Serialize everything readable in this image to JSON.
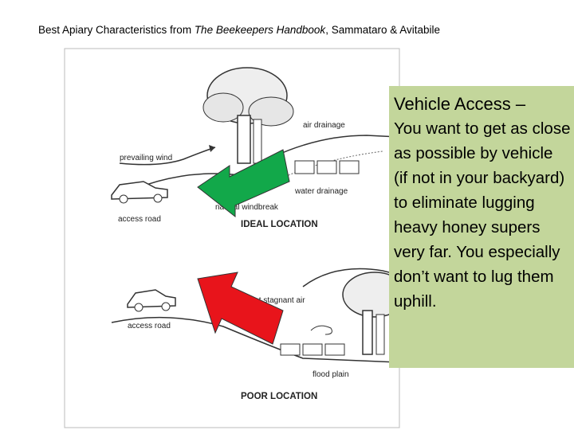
{
  "title": {
    "prefix": "Best  Apiary Characteristics from ",
    "book": "The Beekeepers Handbook",
    "suffix": ", Sammataro & Avitabile"
  },
  "figure": {
    "ideal": {
      "air_drainage": "air drainage",
      "prevailing_wind": "prevailing wind",
      "water_drainage": "water drainage",
      "natural_windbreak": "natural windbreak",
      "access_road": "access road",
      "caption": "IDEAL LOCATION"
    },
    "poor": {
      "wet_stagnant_air": "wet stagnant air",
      "access_road": "access road",
      "flood_plain": "flood plain",
      "caption": "POOR LOCATION"
    }
  },
  "arrows": {
    "ideal_color": "#12a84a",
    "poor_color": "#e8141b"
  },
  "callout": {
    "heading": "Vehicle Access –",
    "body": "You want to get as close as possible by vehicle (if not in your backyard) to eliminate lugging heavy honey supers very far.  You especially don’t want to lug them uphill.",
    "background": "#c3d69b"
  }
}
